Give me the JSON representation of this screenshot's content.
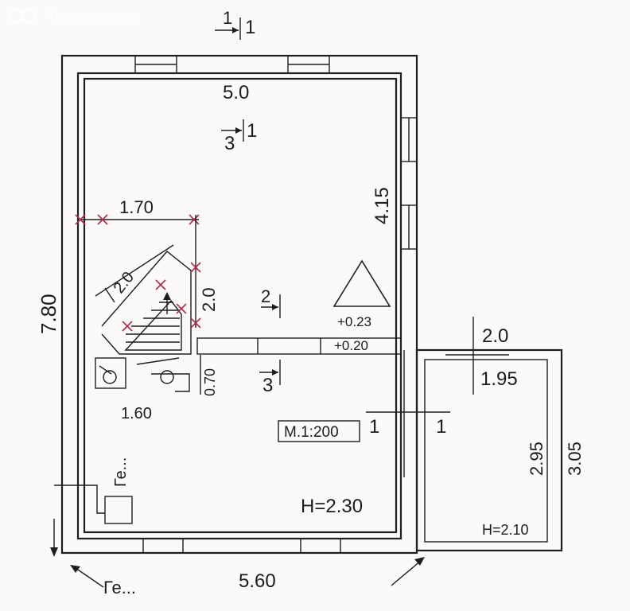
{
  "watermark": {
    "text": "Недвижимость"
  },
  "section_marks": {
    "top": {
      "num": "1",
      "side": "1"
    },
    "room_upper": {
      "num": "3",
      "side": "1"
    },
    "mid": {
      "num": "2"
    },
    "lower": {
      "num": "3"
    },
    "cut_1_left": "1",
    "cut_1_right": "1"
  },
  "dimensions": {
    "top_width": "5.0",
    "right_height": "4.15",
    "stair_width": "1.70",
    "stair_diag": "2.0",
    "stair_height": "2.0",
    "left_height": "7.80",
    "lower_vertical": "0.70",
    "lower_width": "1.60",
    "bottom_width": "5.60",
    "annex_width_top": "2.0",
    "annex_width_bottom": "1.95",
    "annex_inner_height": "2.95",
    "annex_outer_height": "3.05"
  },
  "levels": {
    "upper": "+0.23",
    "lower": "+0.20"
  },
  "scale": "М.1:200",
  "heights": {
    "main": "Н=2.30",
    "annex": "Н=2.10"
  },
  "truncated_labels": {
    "side": "Ге...",
    "bottom": "Ге..."
  }
}
